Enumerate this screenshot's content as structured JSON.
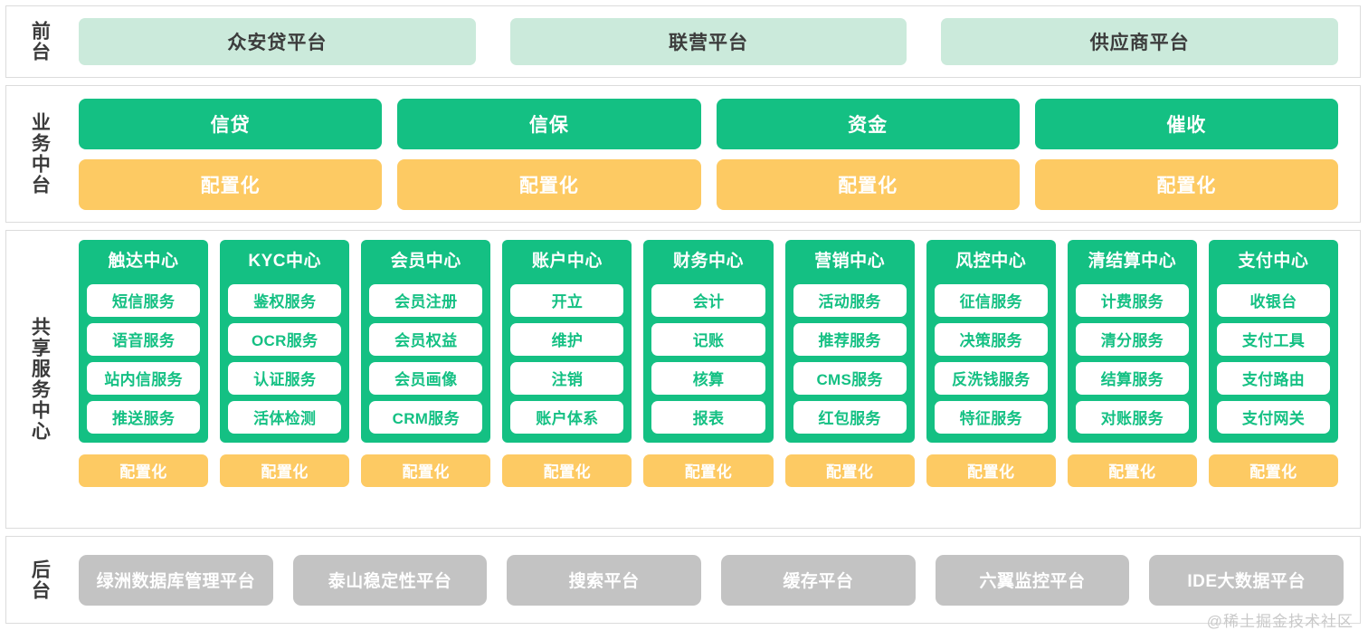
{
  "colors": {
    "green": "#14c083",
    "light_green": "#cbeadb",
    "orange": "#fdca63",
    "gray": "#c3c3c3",
    "panel_border": "#dcdcdc",
    "label_text": "#3a3a3a"
  },
  "rows": {
    "front": {
      "label": "前台",
      "cards": [
        "众安贷平台",
        "联营平台",
        "供应商平台"
      ]
    },
    "business": {
      "label": "业务中台",
      "domains": [
        "信贷",
        "信保",
        "资金",
        "催收"
      ],
      "config": [
        "配置化",
        "配置化",
        "配置化",
        "配置化"
      ]
    },
    "shared": {
      "label": "共享服务中心",
      "config_label": "配置化",
      "centers": [
        {
          "title": "触达中心",
          "services": [
            "短信服务",
            "语音服务",
            "站内信服务",
            "推送服务"
          ],
          "config": "配置化"
        },
        {
          "title": "KYC中心",
          "services": [
            "鉴权服务",
            "OCR服务",
            "认证服务",
            "活体检测"
          ],
          "config": "配置化"
        },
        {
          "title": "会员中心",
          "services": [
            "会员注册",
            "会员权益",
            "会员画像",
            "CRM服务"
          ],
          "config": "配置化"
        },
        {
          "title": "账户中心",
          "services": [
            "开立",
            "维护",
            "注销",
            "账户体系"
          ],
          "config": "配置化"
        },
        {
          "title": "财务中心",
          "services": [
            "会计",
            "记账",
            "核算",
            "报表"
          ],
          "config": "配置化"
        },
        {
          "title": "营销中心",
          "services": [
            "活动服务",
            "推荐服务",
            "CMS服务",
            "红包服务"
          ],
          "config": "配置化"
        },
        {
          "title": "风控中心",
          "services": [
            "征信服务",
            "决策服务",
            "反洗钱服务",
            "特征服务"
          ],
          "config": "配置化"
        },
        {
          "title": "清结算中心",
          "services": [
            "计费服务",
            "清分服务",
            "结算服务",
            "对账服务"
          ],
          "config": "配置化"
        },
        {
          "title": "支付中心",
          "services": [
            "收银台",
            "支付工具",
            "支付路由",
            "支付网关"
          ],
          "config": "配置化"
        }
      ]
    },
    "back": {
      "label": "后台",
      "cards": [
        "绿洲数据库管理平台",
        "泰山稳定性平台",
        "搜索平台",
        "缓存平台",
        "六翼监控平台",
        "IDE大数据平台"
      ]
    }
  },
  "watermark": "@稀土掘金技术社区"
}
